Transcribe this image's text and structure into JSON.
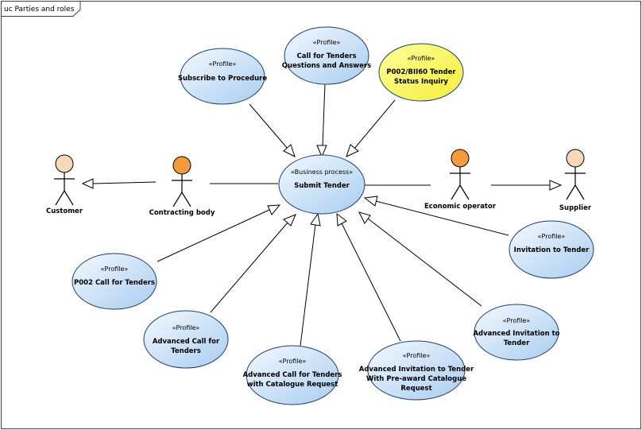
{
  "diagram": {
    "title": "uc Parties and roles",
    "actors": [
      {
        "id": "customer",
        "name": "Customer",
        "head": "peach"
      },
      {
        "id": "contracting",
        "name": "Contracting body",
        "head": "orange"
      },
      {
        "id": "economic",
        "name": "Economic operator",
        "head": "orange"
      },
      {
        "id": "supplier",
        "name": "Supplier",
        "head": "peach"
      }
    ],
    "usecases": [
      {
        "id": "submit",
        "stereotype": "«Business process»",
        "lines": [
          "Submit Tender"
        ],
        "color": "blue"
      },
      {
        "id": "subscribe",
        "stereotype": "«Profile»",
        "lines": [
          "Subscribe to Procedure"
        ],
        "color": "blue"
      },
      {
        "id": "cftqa",
        "stereotype": "«Profile»",
        "lines": [
          "Call for Tenders",
          "Questions and Answers"
        ],
        "color": "blue"
      },
      {
        "id": "status",
        "stereotype": "«Profile»",
        "lines": [
          "P002/BII60 Tender",
          "Status Inquiry"
        ],
        "color": "yellow"
      },
      {
        "id": "invitation",
        "stereotype": "«Profile»",
        "lines": [
          "Invitation to Tender"
        ],
        "color": "blue"
      },
      {
        "id": "p002cft",
        "stereotype": "«Profile»",
        "lines": [
          "P002 Call for Tenders"
        ],
        "color": "blue"
      },
      {
        "id": "advcft",
        "stereotype": "«Profile»",
        "lines": [
          "Advanced Call for",
          "Tenders"
        ],
        "color": "blue"
      },
      {
        "id": "advcftcat",
        "stereotype": "«Profile»",
        "lines": [
          "Advanced Call for Tenders",
          "with Catalogue Request"
        ],
        "color": "blue"
      },
      {
        "id": "advinvcat",
        "stereotype": "«Profile»",
        "lines": [
          "Advanced Invitation to Tender",
          "With Pre-award Catalogue",
          "Request"
        ],
        "color": "blue"
      },
      {
        "id": "advinv",
        "stereotype": "«Profile»",
        "lines": [
          "Advanced Invitation to",
          "Tender"
        ],
        "color": "blue"
      }
    ]
  }
}
